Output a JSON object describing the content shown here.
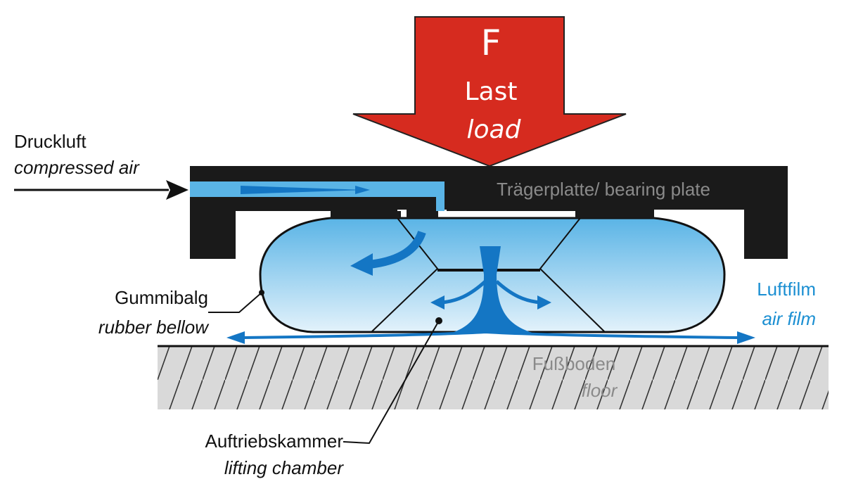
{
  "load": {
    "symbol": "F",
    "label_de": "Last",
    "label_en": "load",
    "color": "#d62b1f"
  },
  "compressed_air": {
    "label_de": "Druckluft",
    "label_en": "compressed air"
  },
  "bearing_plate": {
    "label": "Trägerplatte/ bearing plate"
  },
  "rubber_bellow": {
    "label_de": "Gummibalg",
    "label_en": "rubber bellow"
  },
  "air_film": {
    "label_de": "Luftfilm",
    "label_en": "air film",
    "color": "#1b8fd2"
  },
  "floor": {
    "label_de": "Fußboden",
    "label_en": "floor",
    "color": "#d9d9d9"
  },
  "lifting_chamber": {
    "label_de": "Auftriebskammer",
    "label_en": "lifting chamber"
  },
  "colors": {
    "air_light": "#5ab4e6",
    "air_flow": "#1476c4",
    "plate": "#1a1a1a"
  }
}
